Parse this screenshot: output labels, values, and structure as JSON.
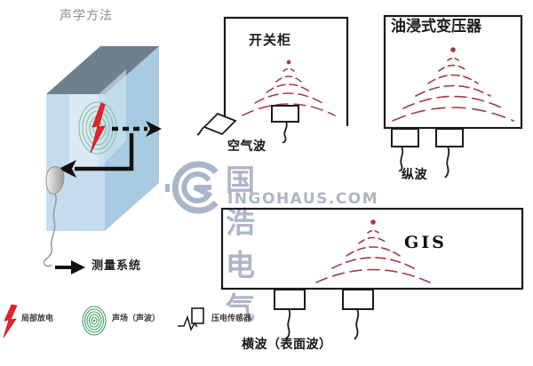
{
  "diagram": {
    "title": "声学方法",
    "left_panel": {
      "equipment_label": "测量系统",
      "discharge_icon": "lightning-bolt-icon",
      "sensor_icon": "piezo-sensor-icon",
      "box_top_color": "#6f7f8c",
      "box_front_color": "#c3dcee",
      "box_side_color": "#a8c8e0"
    },
    "switchgear": {
      "title": "开关柜",
      "wave_label": "空气波"
    },
    "transformer": {
      "title": "油浸式变压器",
      "wave_label": "纵波"
    },
    "gis": {
      "title": "GIS",
      "wave_label": "横波（表面波）"
    },
    "legend": {
      "items": [
        {
          "icon": "lightning-bolt-icon",
          "label": "局部放电",
          "color": "#e01f1f"
        },
        {
          "icon": "acoustic-field-icon",
          "label": "声场（声波）",
          "color": "#2e9e4f"
        },
        {
          "icon": "piezo-sensor-icon",
          "label": "压电传感器",
          "color": "#333333"
        }
      ]
    },
    "colors": {
      "wave_red": "#a03b46",
      "discharge_red": "#e01f1f",
      "acoustic_green": "#3f9e5e",
      "outline": "#1a1a1a"
    }
  },
  "watermark": {
    "brand_cn": "国浩电气",
    "brand_url": "INGOHAUS.COM",
    "logo_icon": "ingohaus-ring-logo-icon",
    "color": "#7b8aa8"
  }
}
